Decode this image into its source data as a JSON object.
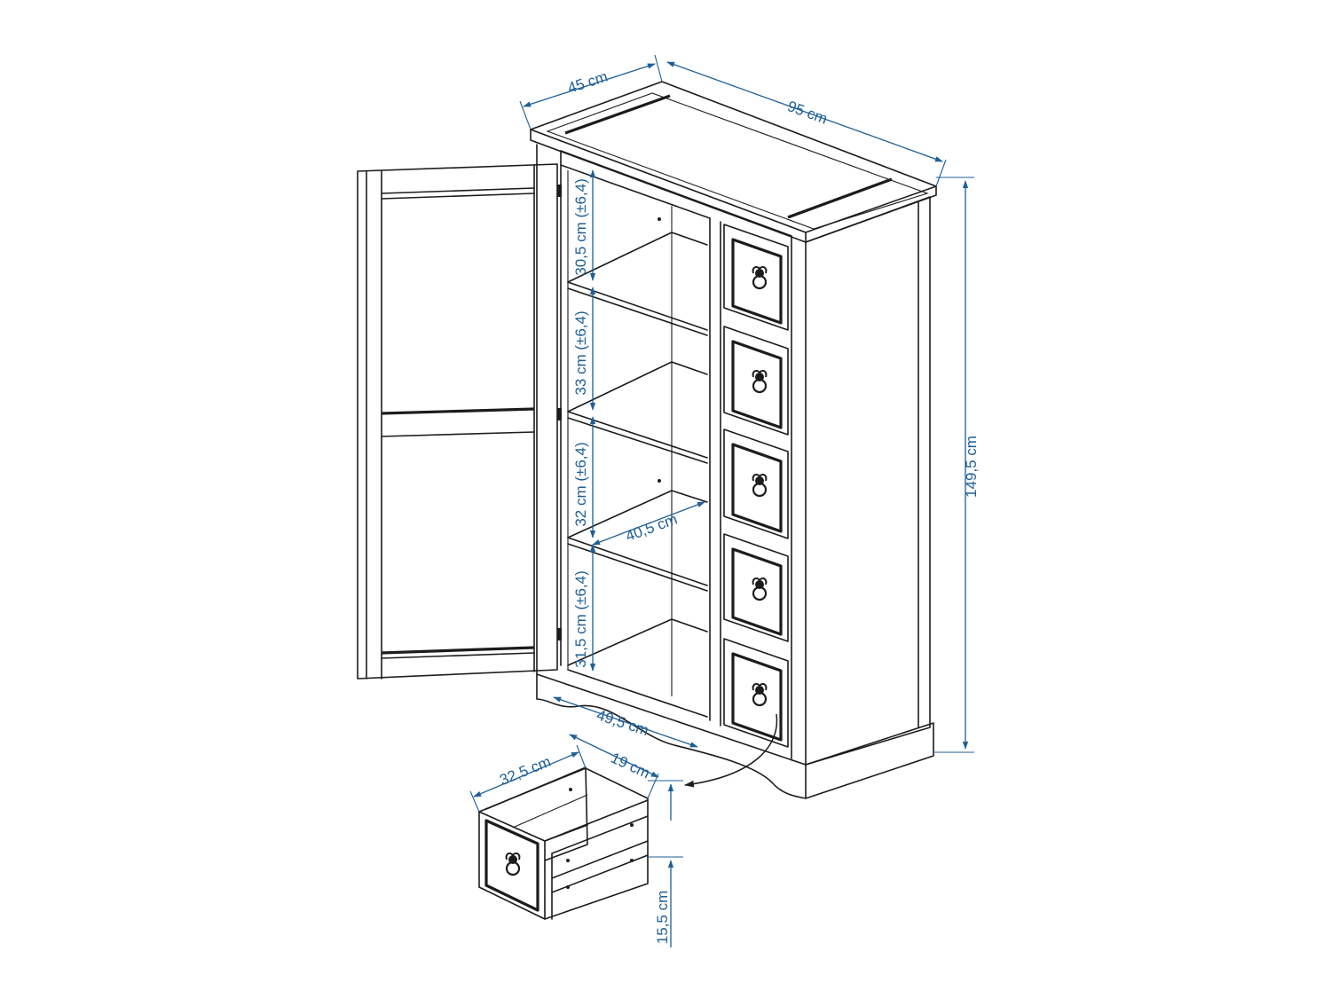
{
  "dimensions": {
    "depth": "45 cm",
    "width": "95 cm",
    "height": "149,5 cm",
    "shelf_1_height": "30,5 cm (±6,4)",
    "shelf_2_height": "33 cm (±6,4)",
    "shelf_3_height": "32 cm (±6,4)",
    "shelf_4_height": "31,5 cm (±6,4)",
    "shelf_depth": "40,5 cm",
    "interior_width": "49,5 cm",
    "drawer_width": "32,5 cm",
    "drawer_depth": "19 cm",
    "drawer_height": "15,5 cm"
  },
  "colors": {
    "line": "#1c1c1c",
    "dimension": "#1e5f97",
    "background": "#ffffff"
  },
  "icons": {
    "drawer_handle": "ring-pull-handle-icon",
    "dimension_arrow": "arrowhead-icon"
  }
}
